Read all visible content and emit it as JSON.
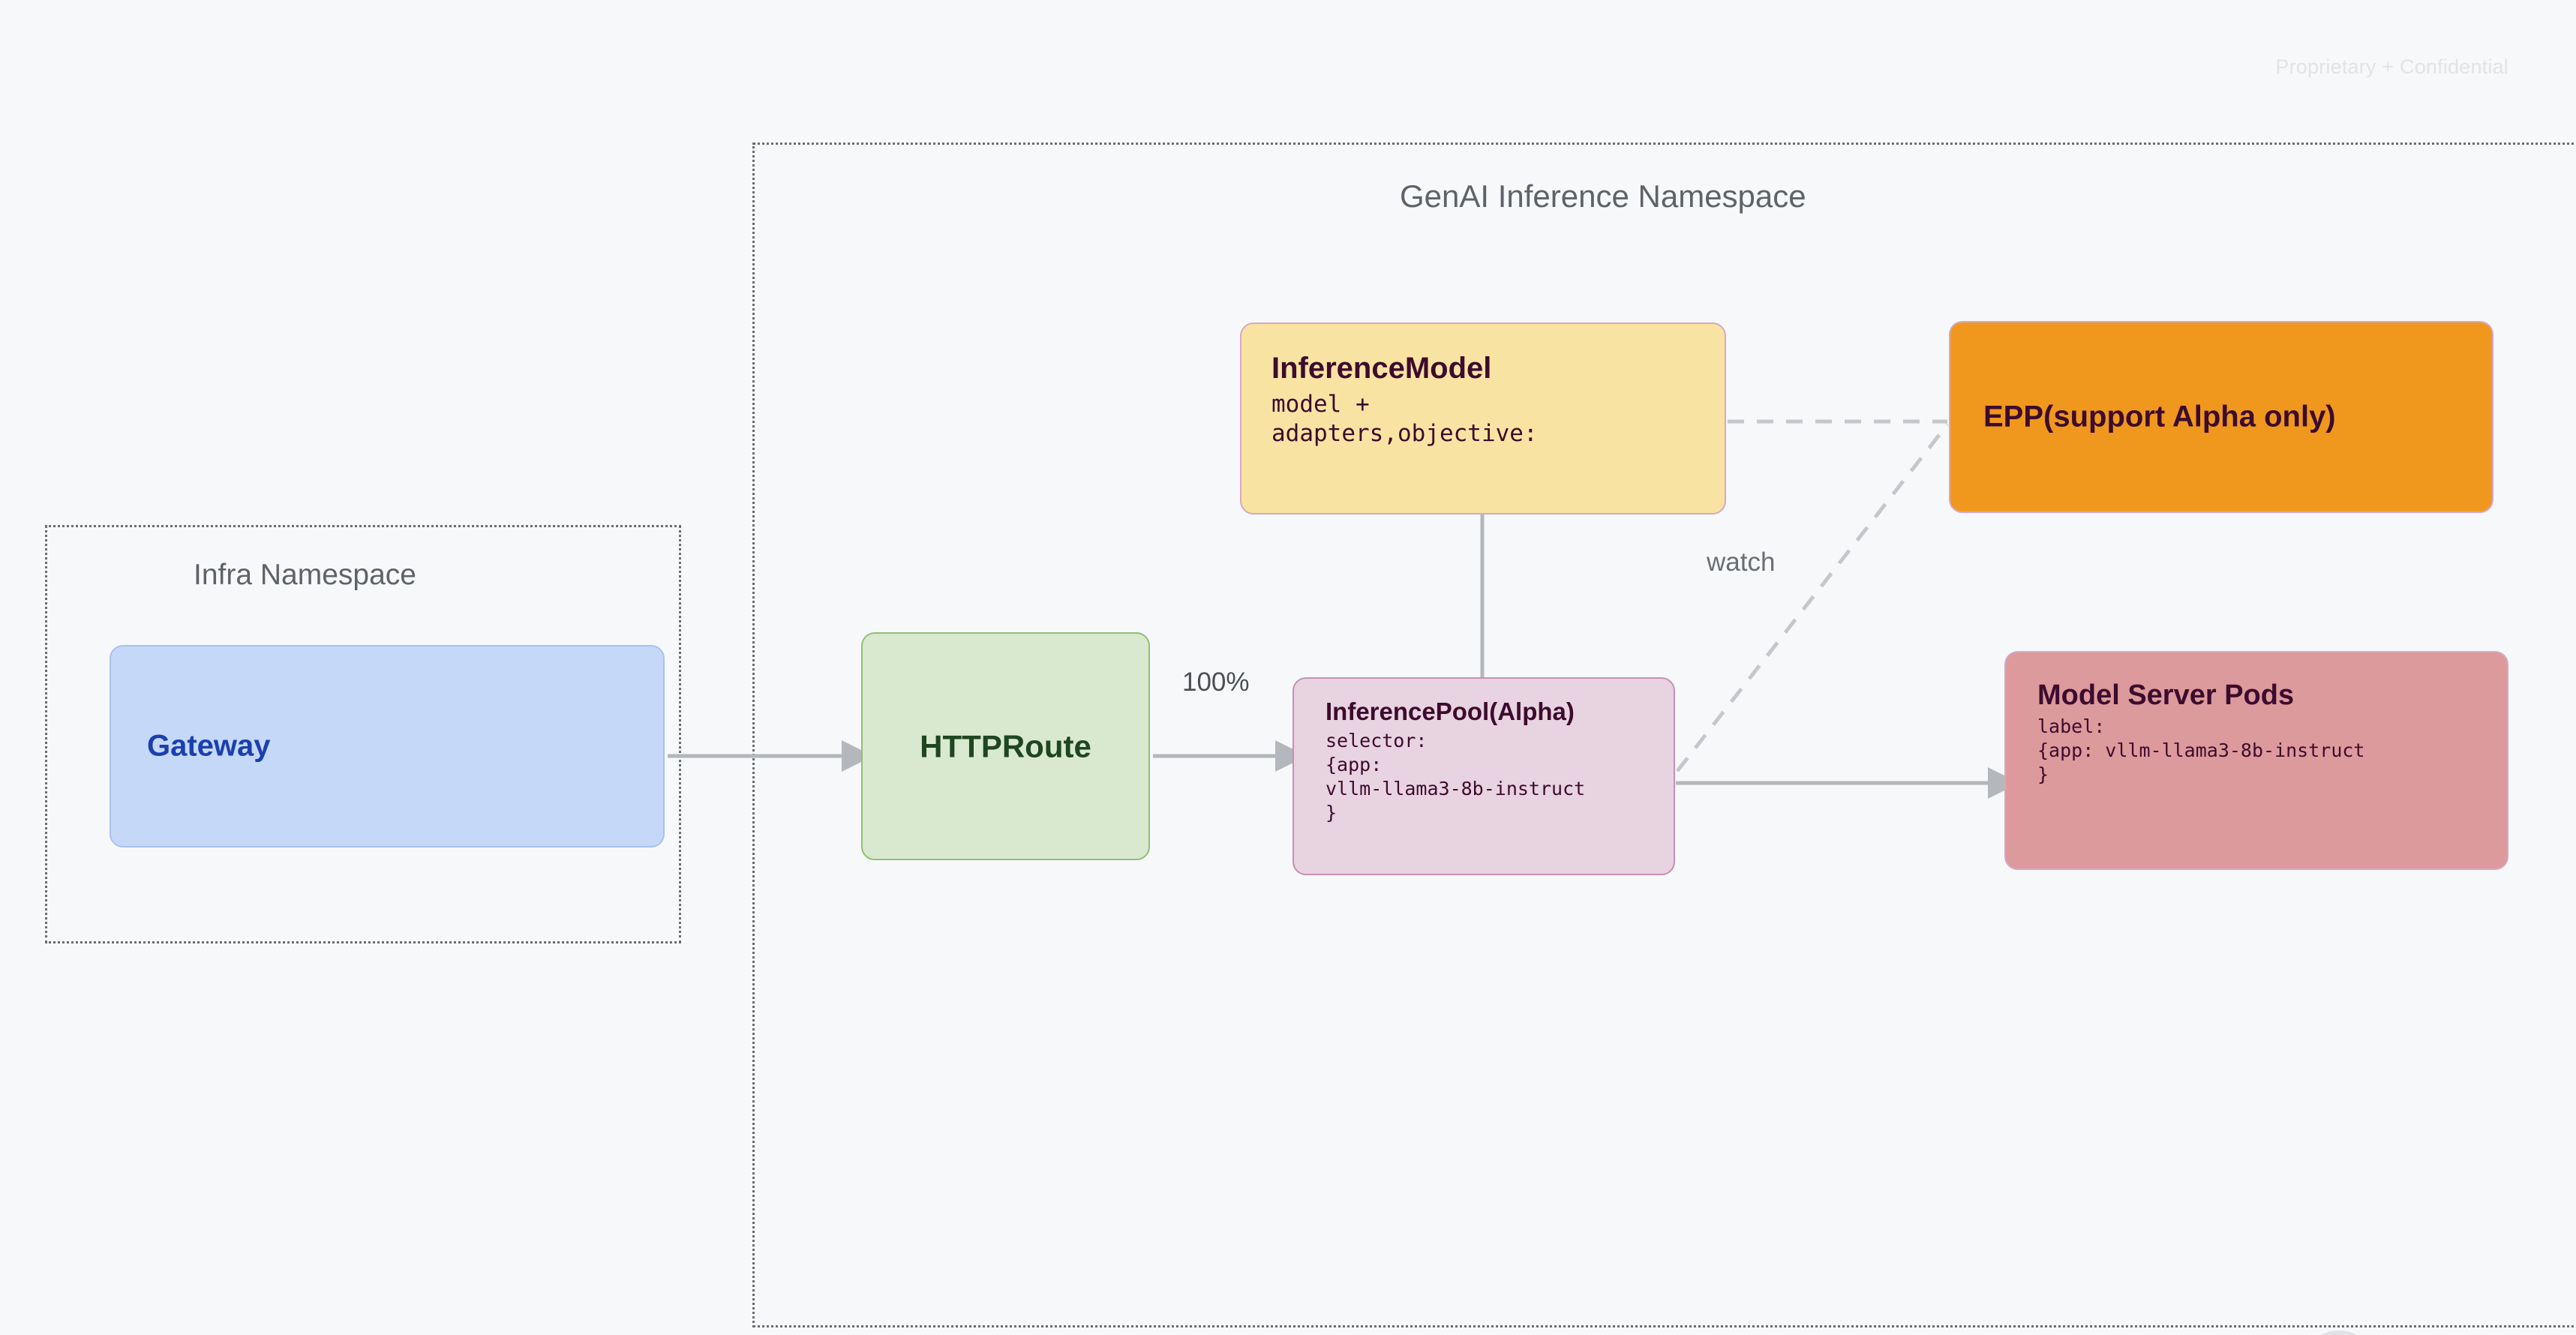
{
  "page": {
    "background_color": "#f6f8fa",
    "watermark": "Proprietary + Confidential"
  },
  "namespaces": [
    {
      "id": "infra",
      "title": "Infra Namespace",
      "border_style": "dotted",
      "border_color": "#6a6e73"
    },
    {
      "id": "genai",
      "title": "GenAI Inference Namespace",
      "border_style": "dotted",
      "border_color": "#6a6e73"
    }
  ],
  "nodes": {
    "gateway": {
      "title": "Gateway",
      "fill": "#c5d8f8",
      "border": "#a8c2ef",
      "text_color": "#1a3fb0"
    },
    "httproute": {
      "title": "HTTPRoute",
      "fill": "#d9e9cf",
      "border": "#8fbf78",
      "text_color": "#1e4620"
    },
    "inferencemodel": {
      "title": "InferenceModel",
      "subtitle": "model +\nadapters,objective:",
      "fill": "#f9e3a2",
      "border": "#d5a8c4",
      "text_color": "#3d0b2e"
    },
    "epp": {
      "title": "EPP(support Alpha only)",
      "fill": "#f0981e",
      "border": "#d5a8c4",
      "text_color": "#3d0b2e"
    },
    "inferencepool": {
      "title": "InferencePool(Alpha)",
      "subtitle": "selector:\n{app:\nvllm-llama3-8b-instruct\n}",
      "fill": "#e8d3e0",
      "border": "#c98fb4",
      "text_color": "#3d0b2e"
    },
    "modelserverpods": {
      "title": "Model Server Pods",
      "subtitle": "label:\n{app: vllm-llama3-8b-instruct\n}",
      "fill": "#dc9a9c",
      "border": "#d5a8c4",
      "text_color": "#3d0b2e"
    }
  },
  "edges": [
    {
      "id": "gateway-to-httproute",
      "from": "gateway",
      "to": "httproute",
      "label": "",
      "style": "solid",
      "arrow": true
    },
    {
      "id": "httproute-to-inferencepool",
      "from": "httproute",
      "to": "inferencepool",
      "label": "100%",
      "style": "solid",
      "arrow": true
    },
    {
      "id": "inferencemodel-to-inferencepool",
      "from": "inferencemodel",
      "to": "inferencepool",
      "label": "",
      "style": "solid",
      "arrow": false
    },
    {
      "id": "inferencepool-to-modelserverpods",
      "from": "inferencepool",
      "to": "modelserverpods",
      "label": "",
      "style": "solid",
      "arrow": true
    },
    {
      "id": "inferencemodel-to-epp",
      "from": "inferencemodel",
      "to": "epp",
      "label": "",
      "style": "dashed",
      "arrow": false
    },
    {
      "id": "inferencepool-to-epp",
      "from": "inferencepool",
      "to": "epp",
      "label": "watch",
      "style": "dashed",
      "arrow": false
    }
  ],
  "edge_labels": {
    "traffic_split": "100%",
    "watch": "watch"
  },
  "colors": {
    "edge_line": "#b4b7bb",
    "dotted_border": "#6a6e73",
    "namespace_title": "#5f6368",
    "watermark": "#e2e3e6"
  }
}
